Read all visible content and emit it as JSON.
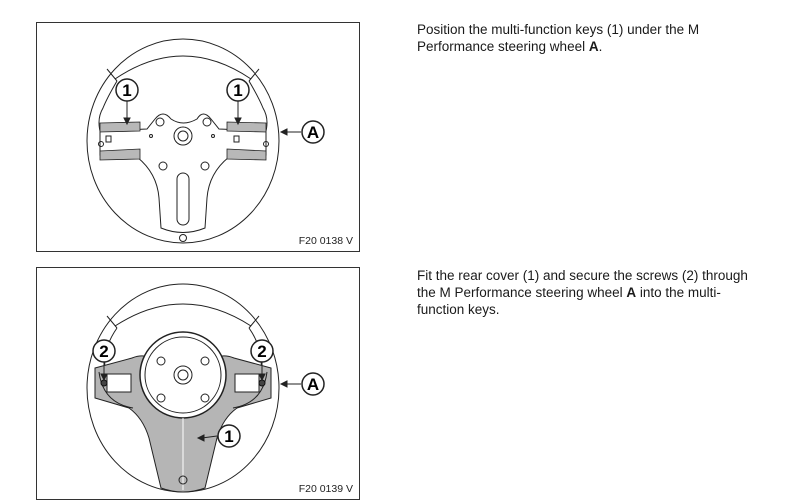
{
  "steps": [
    {
      "figure_code": "F20 0138 V",
      "callouts": {
        "left": "1",
        "right": "1",
        "wheel": "A"
      },
      "text_before": "Position the multi-function keys (1) under the M Performance steering wheel ",
      "text_bold": "A",
      "text_after": "."
    },
    {
      "figure_code": "F20 0139 V",
      "callouts": {
        "left": "2",
        "right": "2",
        "wheel": "A",
        "cover": "1"
      },
      "text_before": "Fit the rear cover (1) and secure the screws (2) through the M Performance steering wheel ",
      "text_bold": "A",
      "text_after": " into the multi-function keys."
    }
  ]
}
